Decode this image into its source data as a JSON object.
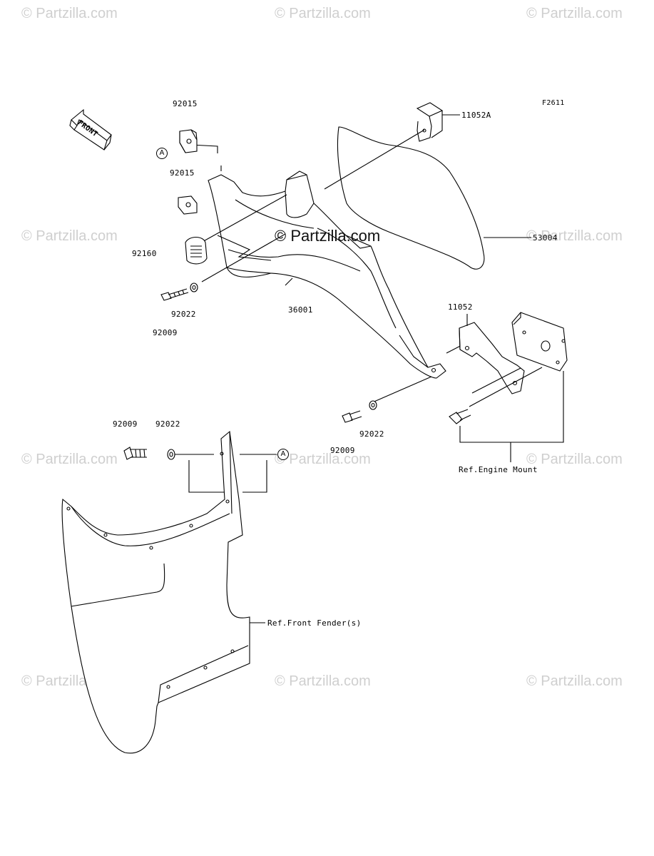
{
  "watermark": {
    "text": "© Partzilla.com"
  },
  "center_watermark": "© Partzilla.com",
  "figure_code": "F2611",
  "front_indicator": "FRONT",
  "callout_letter": "A",
  "parts": {
    "p92015_top": "92015",
    "p92015_mid": "92015",
    "p92160": "92160",
    "p92009_left": "92009",
    "p92022_left": "92022",
    "p36001": "36001",
    "p11052A": "11052A",
    "p53004": "53004",
    "p11052": "11052",
    "p92009_center": "92009",
    "p92022_center": "92022",
    "p92009_lower": "92009",
    "p92022_lower": "92022"
  },
  "refs": {
    "engine_mount": "Ref.Engine Mount",
    "front_fender": "Ref.Front Fender(s)"
  }
}
